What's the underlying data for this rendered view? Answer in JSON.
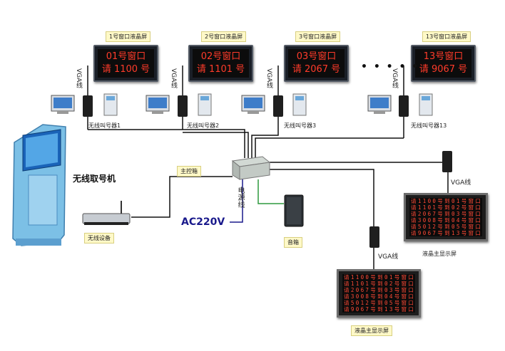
{
  "window_screens": [
    {
      "label": "1号窗口液晶屏",
      "line1": "01号窗口",
      "line2": "请 1100 号",
      "caller": "无线叫号器1"
    },
    {
      "label": "2号窗口液晶屏",
      "line1": "02号窗口",
      "line2": "请 1101 号",
      "caller": "无线叫号器2"
    },
    {
      "label": "3号窗口液晶屏",
      "line1": "03号窗口",
      "line2": "请 2067 号",
      "caller": "无线叫号器3"
    },
    {
      "label": "13号窗口液晶屏",
      "line1": "13号窗口",
      "line2": "请 9067 号",
      "caller": "无线叫号器13"
    }
  ],
  "vga_label": "VGA线",
  "ellipsis": "• • • • •",
  "kiosk_label": "无线取号机",
  "wireless_device": "无线设备",
  "main_box": "主控箱",
  "power_line": "电源线",
  "power_supply": "AC220V",
  "speaker": "音箱",
  "main_display_label": "液晶主显示屏",
  "main_display_rows": [
    [
      "请",
      "1",
      "1",
      "0",
      "0",
      "号",
      "到",
      "0",
      "1",
      "号",
      "窗",
      "口"
    ],
    [
      "请",
      "1",
      "1",
      "0",
      "1",
      "号",
      "到",
      "0",
      "2",
      "号",
      "窗",
      "口"
    ],
    [
      "请",
      "2",
      "0",
      "6",
      "7",
      "号",
      "到",
      "0",
      "3",
      "号",
      "窗",
      "口"
    ],
    [
      "请",
      "3",
      "0",
      "0",
      "8",
      "号",
      "到",
      "0",
      "4",
      "号",
      "窗",
      "口"
    ],
    [
      "请",
      "5",
      "0",
      "1",
      "2",
      "号",
      "到",
      "0",
      "5",
      "号",
      "窗",
      "口"
    ],
    [
      "请",
      "9",
      "0",
      "6",
      "7",
      "号",
      "到",
      "1",
      "3",
      "号",
      "窗",
      "口"
    ]
  ],
  "colors": {
    "led_red": "#ff3b2a",
    "line_black": "#111111",
    "line_green": "#2e9a3e",
    "power_blue": "#1a1a8c"
  }
}
